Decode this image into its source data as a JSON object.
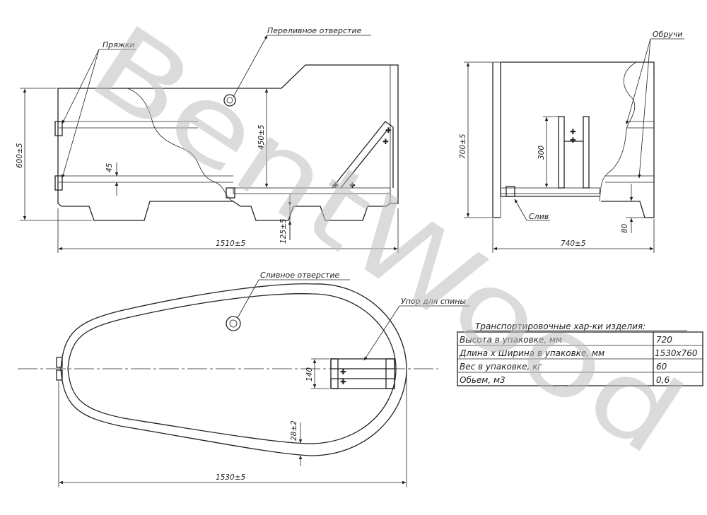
{
  "labels": {
    "buckles": "Пряжки",
    "overflow_hole": "Переливное отверстие",
    "hoops": "Обручи",
    "drain": "Слив",
    "drain_hole": "Сливное отверстие",
    "back_stop": "Упор для спины"
  },
  "dimensions": {
    "height_600": "600±5",
    "h_45": "45",
    "h_450": "450±5",
    "h_125": "125±5",
    "length_1510": "1510±5",
    "height_700": "700±5",
    "h_300": "300",
    "h_80": "80",
    "width_740": "740±5",
    "w_140": "140",
    "w_28": "28±2",
    "length_1530": "1530±5"
  },
  "transport_table": {
    "title": "Транспортировочные хар-ки изделия:",
    "rows": [
      {
        "label": "Высота в упаковке, мм",
        "value": "720"
      },
      {
        "label": "Длина х Ширина в упаковке, мм",
        "value": "1530х760"
      },
      {
        "label": "Вес в упаковке, кг",
        "value": "60"
      },
      {
        "label": "Обьем, м3",
        "value": "0,6"
      }
    ]
  },
  "watermark": "BentWood"
}
